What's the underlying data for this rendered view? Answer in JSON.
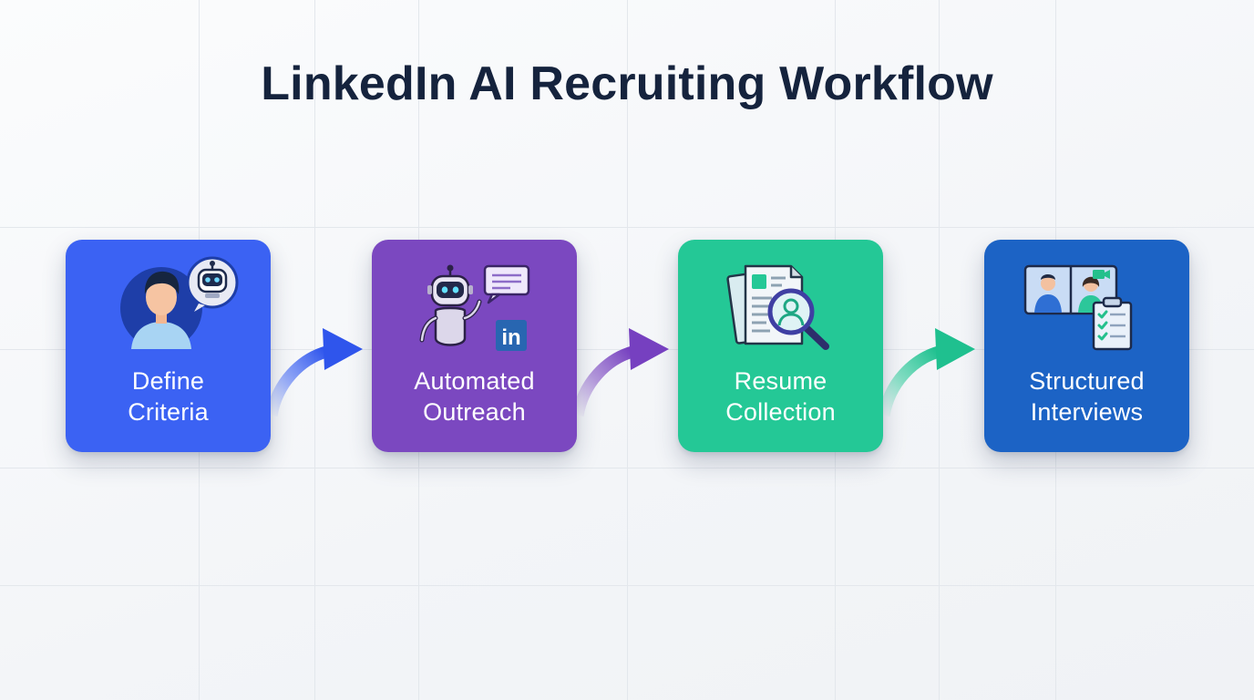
{
  "title": "LinkedIn AI Recruiting Workflow",
  "steps": [
    {
      "line1": "Define",
      "line2": "Criteria",
      "icon": "person-robot-icon",
      "color": "#3b62f3"
    },
    {
      "line1": "Automated",
      "line2": "Outreach",
      "icon": "robot-message-linkedin-icon",
      "color": "#7b48c0",
      "badge": "in"
    },
    {
      "line1": "Resume",
      "line2": "Collection",
      "icon": "document-magnifier-icon",
      "color": "#24c896"
    },
    {
      "line1": "Structured",
      "line2": "Interviews",
      "icon": "video-call-checklist-icon",
      "color": "#1c63c5"
    }
  ]
}
